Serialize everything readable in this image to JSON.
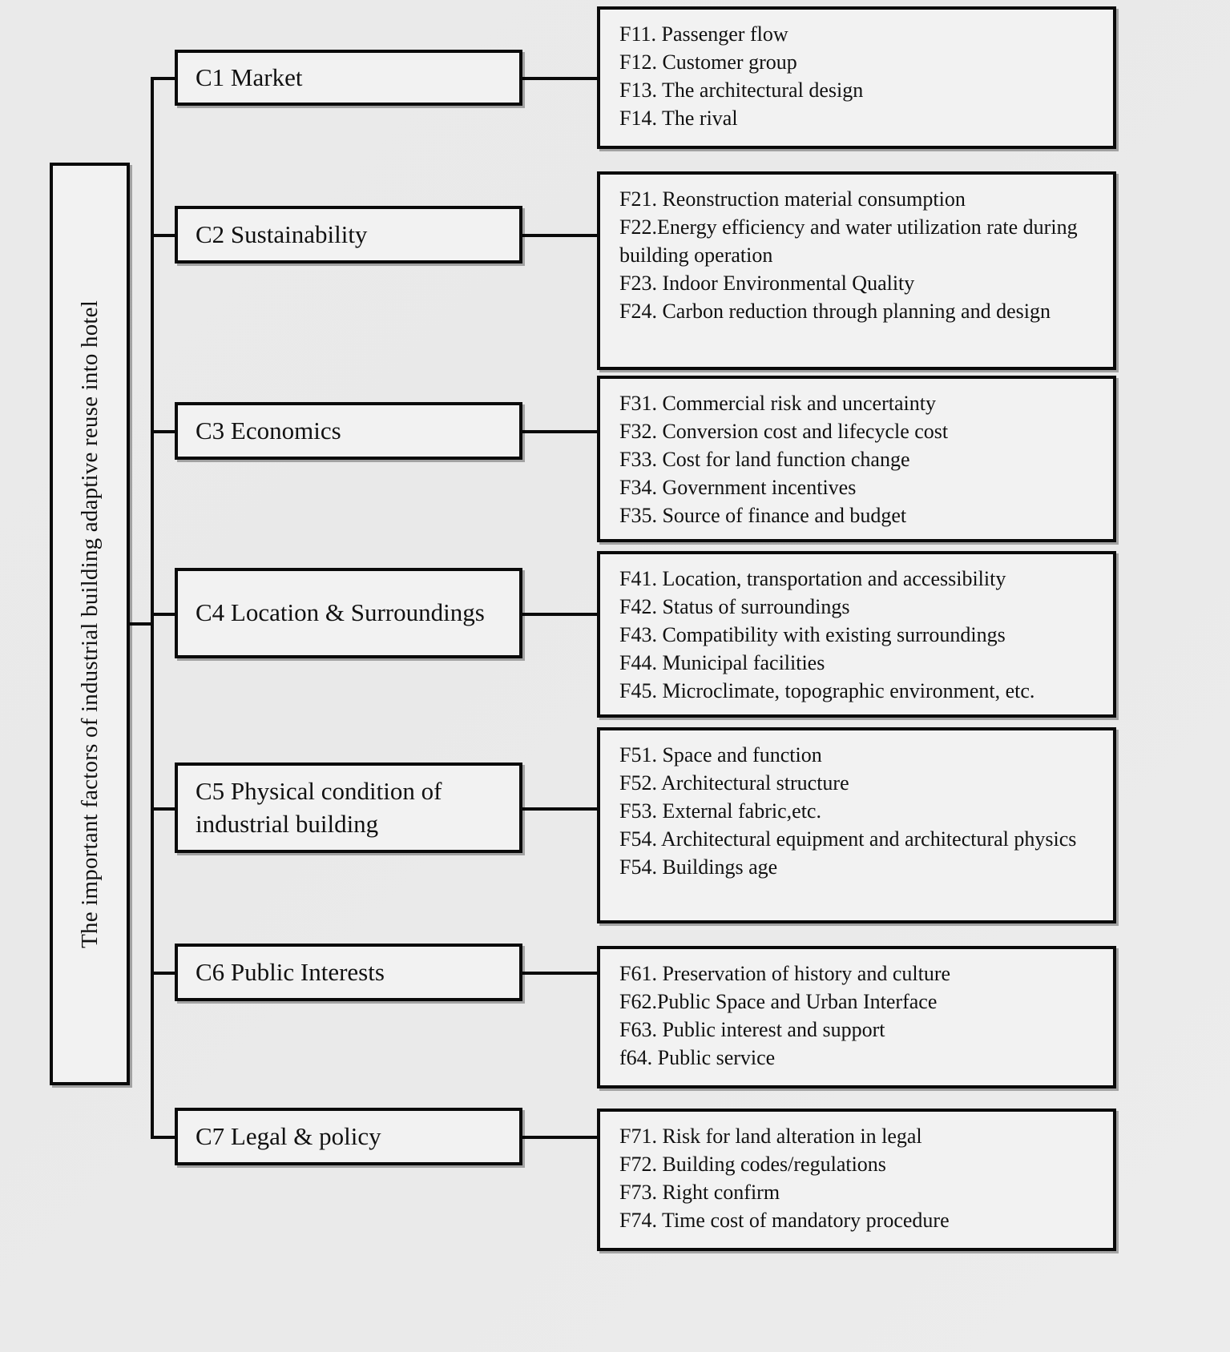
{
  "root": {
    "label": "The important factors of industrial building adaptive reuse into hotel"
  },
  "criteria": [
    {
      "id": "C1",
      "label": "C1 Market",
      "factors": [
        "F11. Passenger flow",
        "F12. Customer group",
        "F13. The architectural design",
        "F14. The rival"
      ]
    },
    {
      "id": "C2",
      "label": "C2 Sustainability",
      "factors": [
        "F21. Reonstruction material consumption",
        "F22.Energy efficiency and water utilization rate during building operation",
        "F23. Indoor Environmental Quality",
        "F24. Carbon reduction through planning and design"
      ]
    },
    {
      "id": "C3",
      "label": "C3 Economics",
      "factors": [
        "F31. Commercial risk and uncertainty",
        "F32. Conversion cost and lifecycle cost",
        "F33. Cost for land function change",
        "F34. Government incentives",
        "F35. Source of finance and budget"
      ]
    },
    {
      "id": "C4",
      "label": "C4 Location & Surroundings",
      "factors": [
        "F41. Location, transportation and accessibility",
        "F42. Status of surroundings",
        "F43. Compatibility with existing surroundings",
        "F44. Municipal facilities",
        "F45. Microclimate, topographic environment, etc."
      ]
    },
    {
      "id": "C5",
      "label": "C5 Physical condition of industrial building",
      "factors": [
        "F51. Space and function",
        "F52. Architectural structure",
        "F53. External fabric,etc.",
        "F54. Architectural equipment and architectural physics",
        "F54. Buildings age"
      ]
    },
    {
      "id": "C6",
      "label": "C6 Public Interests",
      "factors": [
        "F61. Preservation of history and culture",
        "F62.Public Space and Urban Interface",
        "F63. Public interest and support",
        "f64. Public service"
      ]
    },
    {
      "id": "C7",
      "label": "C7 Legal & policy",
      "factors": [
        "F71. Risk for land alteration in legal",
        "F72. Building codes/regulations",
        "F73. Right confirm",
        "F74. Time cost of mandatory procedure"
      ]
    }
  ],
  "colors": {
    "line": "#0a0a0a",
    "box_fill": "#f2f2f2",
    "background": "#eaeaea",
    "text": "#111111"
  }
}
